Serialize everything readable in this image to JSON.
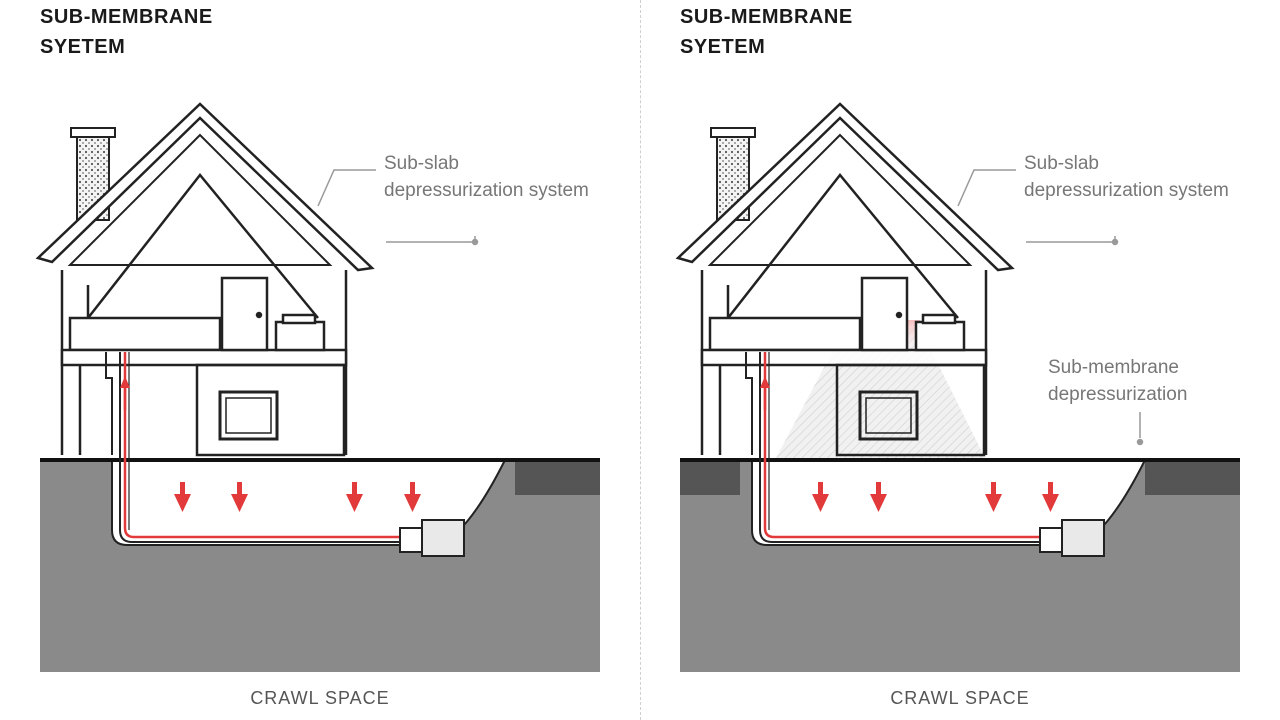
{
  "panels": [
    {
      "title_line1": "SUB-MEMBRANE",
      "title_line2": "SYETEM",
      "label1_line1": "Sub-slab",
      "label1_line2": "depressurization system",
      "caption": "CRAWL SPACE"
    },
    {
      "title_line1": "SUB-MEMBRANE",
      "title_line2": "SYETEM",
      "label1_line1": "Sub-slab",
      "label1_line2": "depressurization system",
      "label2_line1": "Sub-membrane",
      "label2_line2": "depressurization",
      "caption": "CRAWL SPACE"
    }
  ],
  "colors": {
    "ground": "#8a8a8a",
    "ground_dark": "#555555",
    "arrow": "#e23a3a",
    "pipe": "#e23a3a",
    "line": "#222222"
  }
}
